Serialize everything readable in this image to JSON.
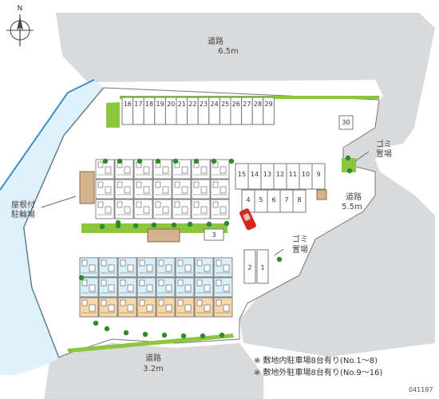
{
  "compass": {
    "label": "N"
  },
  "roads": {
    "north": {
      "name": "道路",
      "width": "6.5m"
    },
    "east": {
      "name": "道路",
      "width": "5.5m"
    },
    "south": {
      "name": "道路",
      "width": "3.2m"
    }
  },
  "facilities": {
    "bicycle_parking": [
      "屋根付",
      "駐輪場"
    ],
    "garbage_top": [
      "ゴミ",
      "置場"
    ],
    "garbage_mid": [
      "ゴミ",
      "置場"
    ]
  },
  "parking": {
    "top_row": [
      "16",
      "17",
      "18",
      "19",
      "20",
      "21",
      "22",
      "23",
      "24",
      "25",
      "26",
      "27",
      "28",
      "29"
    ],
    "top_end": "30",
    "middle_row_upper": [
      "15",
      "14",
      "13",
      "12",
      "11",
      "10",
      "9"
    ],
    "middle_row_lower": [
      "4",
      "5",
      "6",
      "7",
      "8"
    ],
    "small_3": "3",
    "small_1_2": [
      "2",
      "1"
    ]
  },
  "notes": [
    "※ 敷地内駐車場8台有り(No.1〜8)",
    "※ 敷地外駐車場8台有り(No.9〜16)"
  ],
  "map_id": "041187",
  "colors": {
    "road": "#d9dadc",
    "water": "#dff1fb",
    "water_edge": "#3a8fc9",
    "lot": "#ffffff",
    "grass": "#8cc63f",
    "building_blue": "#b9dff3",
    "building_orange": "#f8d7a9",
    "line": "#666666"
  }
}
